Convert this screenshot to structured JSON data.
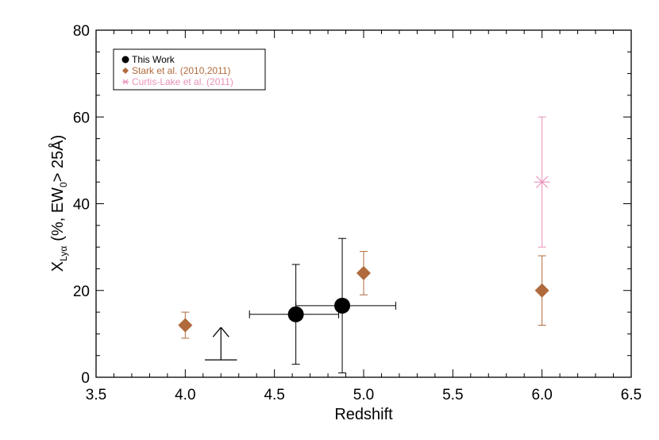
{
  "chart_data": {
    "type": "scatter",
    "title": "",
    "xlabel": "Redshift",
    "ylabel": {
      "main": "X",
      "main_sub": "Lyα",
      "part1": "(%, EW",
      "part1_sub": "0",
      "part2": "> 25Å)"
    },
    "xlim": [
      3.5,
      6.5
    ],
    "ylim": [
      0,
      80
    ],
    "x_ticks": [
      3.5,
      4.0,
      4.5,
      5.0,
      5.5,
      6.0,
      6.5
    ],
    "x_tick_labels": [
      "3.5",
      "4.0",
      "4.5",
      "5.0",
      "5.5",
      "6.0",
      "6.5"
    ],
    "y_ticks": [
      0,
      20,
      40,
      60,
      80
    ],
    "y_tick_labels": [
      "0",
      "20",
      "40",
      "60",
      "80"
    ],
    "grid": false,
    "legend_position": "top-left",
    "series": [
      {
        "name": "This Work",
        "marker": "circle",
        "color": "#000000",
        "points": [
          {
            "x": 4.62,
            "y": 14.5,
            "xerr": [
              0.26,
              0.24
            ],
            "yerr": [
              11.5,
              11.5
            ]
          },
          {
            "x": 4.88,
            "y": 16.5,
            "xerr": [
              0.26,
              0.3
            ],
            "yerr": [
              15.5,
              15.5
            ]
          }
        ],
        "limits": [
          {
            "x": 4.2,
            "y": 4,
            "x_range": [
              4.11,
              4.29
            ],
            "y_top": 11.5,
            "direction": "lower"
          }
        ]
      },
      {
        "name": "Stark et al. (2010,2011)",
        "marker": "diamond",
        "color": "#b06a3c",
        "points": [
          {
            "x": 4.0,
            "y": 12,
            "yerr": [
              3,
              3
            ]
          },
          {
            "x": 5.0,
            "y": 24,
            "yerr": [
              5,
              5
            ]
          },
          {
            "x": 6.0,
            "y": 20,
            "yerr": [
              8,
              8
            ]
          }
        ]
      },
      {
        "name": "Curtis-Lake et al. (2011)",
        "marker": "asterisk",
        "color": "#e891b8",
        "points": [
          {
            "x": 6.0,
            "y": 45,
            "yerr": [
              15,
              15
            ]
          }
        ]
      }
    ]
  }
}
